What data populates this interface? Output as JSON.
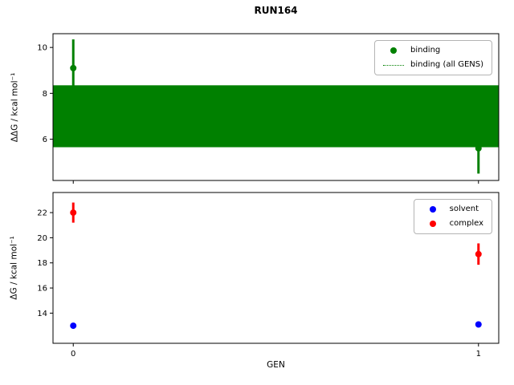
{
  "figure": {
    "title": "RUN164",
    "background_color": "#ffffff"
  },
  "chart_data": [
    {
      "type": "scatter",
      "ylabel": "ΔΔG / kcal mol⁻¹",
      "xlabel": "",
      "xlim": [
        -0.05,
        1.05
      ],
      "ylim": [
        4.2,
        10.6
      ],
      "yticks": [
        6,
        8,
        10
      ],
      "xticks": [
        {
          "value": 0,
          "label": ""
        },
        {
          "value": 1,
          "label": ""
        }
      ],
      "grid": false,
      "legend_position": "upper right",
      "series": [
        {
          "name": "binding",
          "color": "#008000",
          "marker": "circle",
          "x": [
            0,
            1
          ],
          "y": [
            9.1,
            5.6
          ],
          "yerr": [
            1.25,
            1.1
          ]
        }
      ],
      "band": {
        "name": "binding (all GENS)",
        "color": "#008000",
        "ymin": 5.65,
        "ymax": 8.35
      },
      "legend": [
        {
          "label": "binding",
          "handle": "dot",
          "color": "#008000"
        },
        {
          "label": "binding (all GENS)",
          "handle": "dotted-line",
          "color": "#008000"
        }
      ]
    },
    {
      "type": "scatter",
      "ylabel": "ΔG / kcal mol⁻¹",
      "xlabel": "GEN",
      "xlim": [
        -0.05,
        1.05
      ],
      "ylim": [
        11.6,
        23.6
      ],
      "yticks": [
        14,
        16,
        18,
        20,
        22
      ],
      "xticks": [
        {
          "value": 0,
          "label": "0"
        },
        {
          "value": 1,
          "label": "1"
        }
      ],
      "grid": false,
      "legend_position": "upper right",
      "series": [
        {
          "name": "solvent",
          "color": "#0000ff",
          "marker": "circle",
          "x": [
            0,
            1
          ],
          "y": [
            13.0,
            13.1
          ],
          "yerr": [
            0.2,
            0.2
          ]
        },
        {
          "name": "complex",
          "color": "#ff0000",
          "marker": "circle",
          "x": [
            0,
            1
          ],
          "y": [
            22.0,
            18.7
          ],
          "yerr": [
            0.8,
            0.85
          ]
        }
      ],
      "legend": [
        {
          "label": "solvent",
          "handle": "dot",
          "color": "#0000ff"
        },
        {
          "label": "complex",
          "handle": "dot",
          "color": "#ff0000"
        }
      ]
    }
  ]
}
